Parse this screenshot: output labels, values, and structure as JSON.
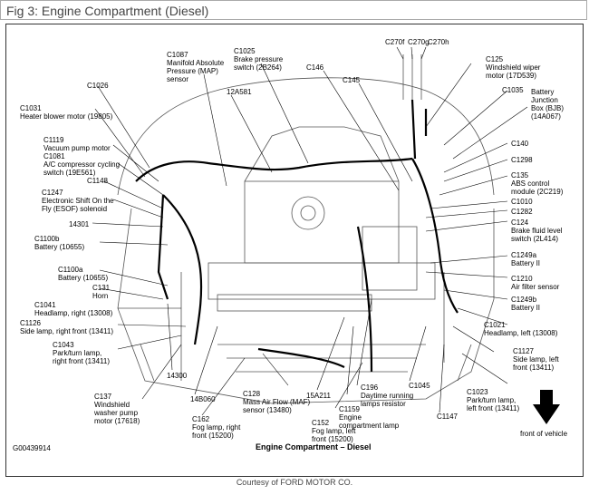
{
  "header": {
    "title": "Fig 3: Engine Compartment (Diesel)"
  },
  "labels": {
    "c270f": "C270f",
    "c270g": "C270g",
    "c270h": "C270h",
    "c1087": "C1087\nManifold Absolute\nPressure (MAP)\nsensor",
    "c1025": "C1025\nBrake pressure\nswitch (2B264)",
    "c146": "C146",
    "c145": "C145",
    "c125": "C125\nWindshield wiper\nmotor (17D539)",
    "c1026": "C1026",
    "c1031": "C1031\nHeater blower motor (19805)",
    "a581": "12A581",
    "c1035": "C1035",
    "bjb": "Battery\nJunction\nBox (BJB)\n(14A067)",
    "c1119": "C1119\nVacuum pump motor",
    "c1081": "C1081\nA/C compressor cycling\nswitch (19E561)",
    "c140": "C140",
    "c1298": "C1298",
    "c135": "C135\nABS control\nmodule (2C219)",
    "c1148": "C1148",
    "c1247": "C1247\nElectronic Shift On the\nFly (ESOF) solenoid",
    "c1010": "C1010",
    "c1282": "C1282",
    "n14301": "14301",
    "c124": "C124\nBrake fluid level\nswitch (2L414)",
    "c1100b": "C1100b\nBattery (10655)",
    "c1249a": "C1249a\nBattery II",
    "c1100a": "C1100a\nBattery (10655)",
    "c1210": "C1210\nAir filter sensor",
    "c131": "C131\nHorn",
    "c1041": "C1041\nHeadlamp, right (13008)",
    "c1249b": "C1249b\nBattery II",
    "c1126": "C1126\nSide lamp, right front (13411)",
    "c1021": "C1021\nHeadlamp, left (13008)",
    "c1043": "C1043\nPark/turn lamp,\nright front (13411)",
    "c1127": "C1127\nSide lamp, left\nfront (13411)",
    "n14300": "14300",
    "c196": "C196\nDaytime running\nlamps resistor",
    "c1045": "C1045",
    "c1023": "C1023\nPark/turn lamp,\nleft front (13411)",
    "c137": "C137\nWindshield\nwasher pump\nmotor (17618)",
    "n14b060": "14B060",
    "c128": "C128\nMass Air Flow (MAF)\nsensor (13480)",
    "a211": "15A211",
    "c1159": "C1159\nEngine\ncompartment lamp",
    "c1147": "C1147",
    "c162": "C162\nFog lamp, right\nfront (15200)",
    "c152": "C152\nFog lamp, left\nfront (15200)",
    "front": "front of vehicle",
    "g_id": "G00439914",
    "caption": "Engine Compartment – Diesel"
  },
  "footer": {
    "credit": "Courtesy of FORD MOTOR CO."
  }
}
